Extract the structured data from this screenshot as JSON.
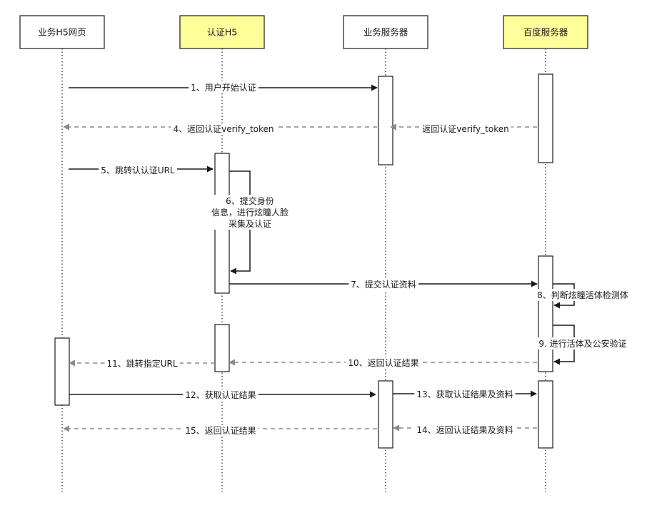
{
  "colors": {
    "participant_fill": "#ffffff",
    "participant_highlight": "#ffff99",
    "line": "#1a1a1a",
    "dashed_line": "#8a8a8a",
    "text": "#1a1a1a"
  },
  "participants": [
    {
      "label": "业务H5网页",
      "highlight": false
    },
    {
      "label": "认证H5",
      "highlight": true
    },
    {
      "label": "业务服务器",
      "highlight": false
    },
    {
      "label": "百度服务器",
      "highlight": true
    }
  ],
  "messages": [
    {
      "label": "1、用户开始认证",
      "from": 0,
      "to": 2,
      "style": "solid"
    },
    {
      "label": "4、返回认证verify_token",
      "from": 2,
      "to": 0,
      "style": "dashed"
    },
    {
      "label": "返回认证verify_token",
      "from": 3,
      "to": 2,
      "style": "dashed"
    },
    {
      "label": "5、跳转认认证URL",
      "from": 0,
      "to": 1,
      "style": "solid"
    },
    {
      "label": "6、提交身份\n信息，进行炫瞳人脸\n采集及认证",
      "from": 1,
      "to": 1,
      "style": "self"
    },
    {
      "label": "7、提交认证资料",
      "from": 1,
      "to": 3,
      "style": "solid"
    },
    {
      "label": "8、判断炫瞳活体检测体",
      "from": 3,
      "to": 3,
      "style": "self"
    },
    {
      "label": "9. 进行活体及公安验证",
      "from": 3,
      "to": 3,
      "style": "self"
    },
    {
      "label": "10、返回认证结果",
      "from": 3,
      "to": 1,
      "style": "dashed"
    },
    {
      "label": "11、跳转指定URL",
      "from": 1,
      "to": 0,
      "style": "dashed"
    },
    {
      "label": "12、获取认证结果",
      "from": 0,
      "to": 2,
      "style": "solid"
    },
    {
      "label": "13、获取认证结果及资料",
      "from": 2,
      "to": 3,
      "style": "solid"
    },
    {
      "label": "14、返回认证结果及资料",
      "from": 3,
      "to": 2,
      "style": "dashed"
    },
    {
      "label": "15、返回认证结果",
      "from": 2,
      "to": 0,
      "style": "dashed"
    }
  ]
}
